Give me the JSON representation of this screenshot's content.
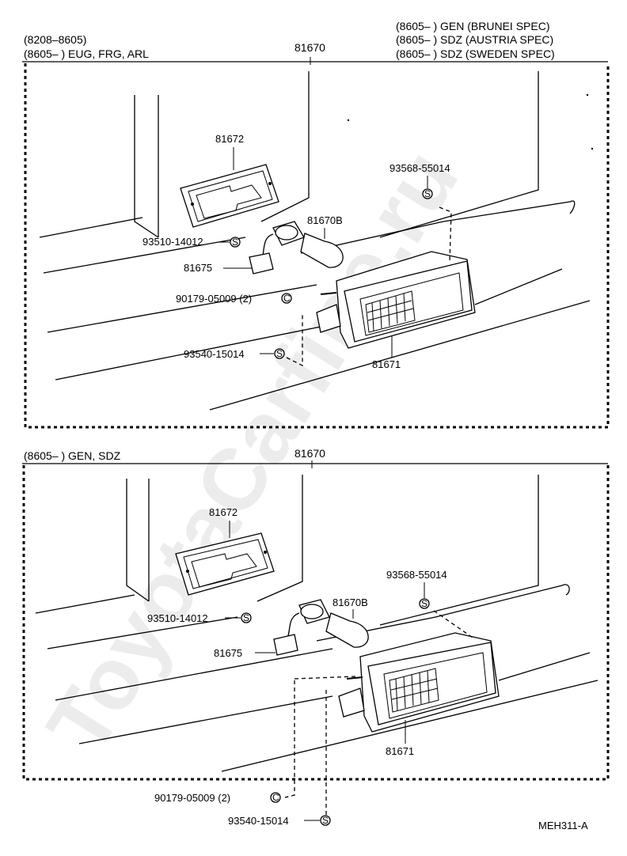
{
  "watermark": "ToyotaCarfine.ru",
  "top_panel": {
    "headers_left": [
      "(8208–8605)",
      "(8605–          ) EUG, FRG, ARL"
    ],
    "headers_right": [
      "(8605–          ) GEN (BRUNEI SPEC)",
      "(8605–          ) SDZ (AUSTRIA SPEC)",
      "(8605–          ) SDZ (SWEDEN SPEC)"
    ],
    "assembly": "81670",
    "parts": {
      "gasket": "81672",
      "bulb": "81670B",
      "screw_upper": "93568-55014",
      "screw_socket": "93510-14012",
      "socket": "81675",
      "nut": "90179-05009 (2)",
      "screw_lower": "93540-15014",
      "lens": "81671"
    }
  },
  "bottom_panel": {
    "header": "(8605–          ) GEN, SDZ",
    "assembly": "81670",
    "parts": {
      "gasket": "81672",
      "screw_upper": "93568-55014",
      "bulb": "81670B",
      "screw_socket": "93510-14012",
      "socket": "81675",
      "lens": "81671",
      "nut": "90179-05009 (2)",
      "screw_lower": "93540-15014"
    }
  },
  "figure_code": "MEH311-A",
  "icons": {
    "standard_part_marker": "S",
    "nut_marker": "C"
  }
}
